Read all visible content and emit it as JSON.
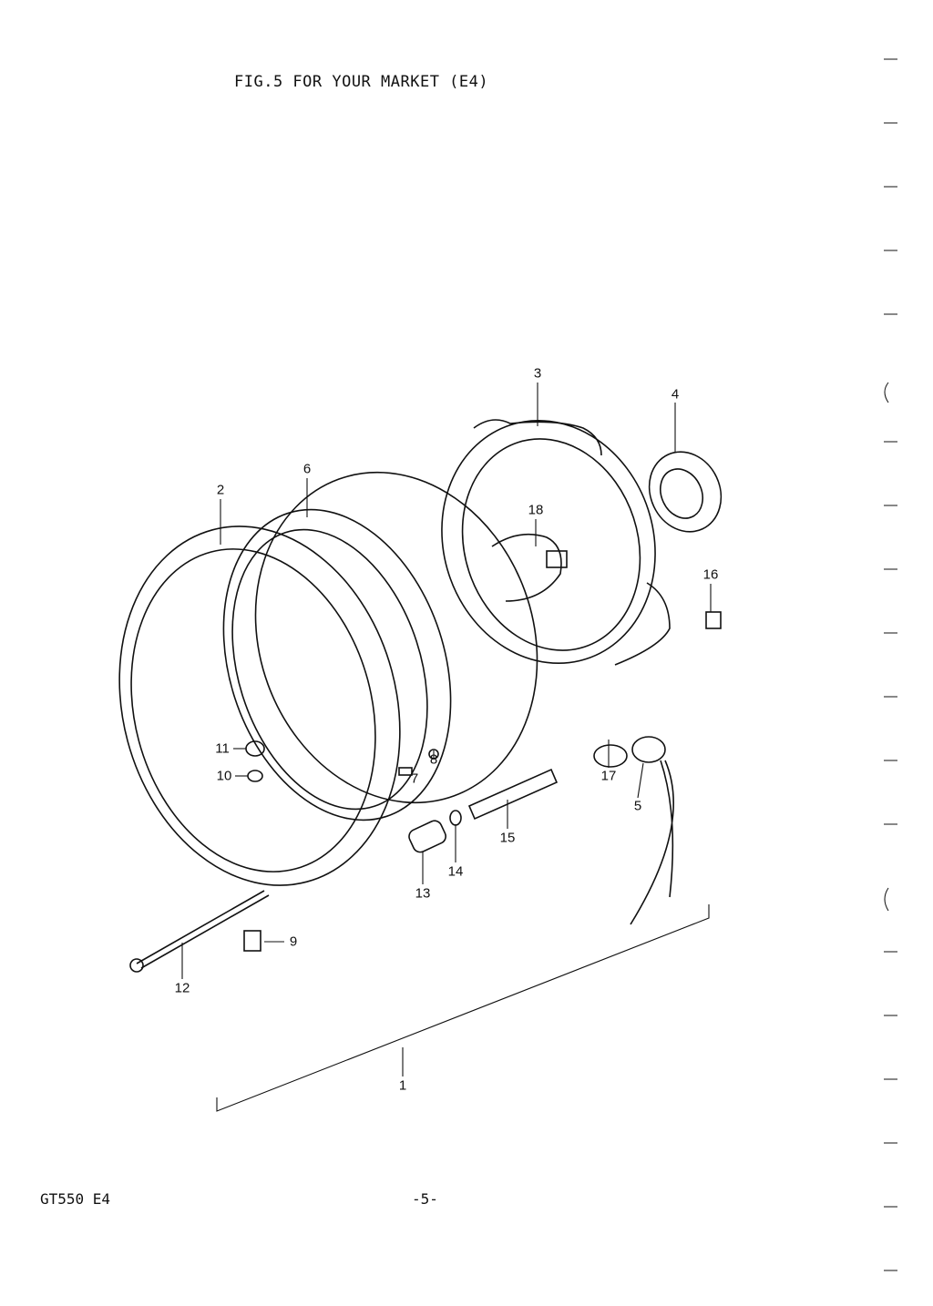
{
  "title": "FIG.5  FOR YOUR MARKET (E4)",
  "footer": {
    "model": "GT550  E4",
    "page": "-5-"
  },
  "callouts": {
    "c1": "1",
    "c2": "2",
    "c3": "3",
    "c4": "4",
    "c5": "5",
    "c6": "6",
    "c7": "7",
    "c8": "8",
    "c9": "9",
    "c10": "10",
    "c11": "11",
    "c12": "12",
    "c13": "13",
    "c14": "14",
    "c15": "15",
    "c16": "16",
    "c17": "17",
    "c18": "18"
  }
}
